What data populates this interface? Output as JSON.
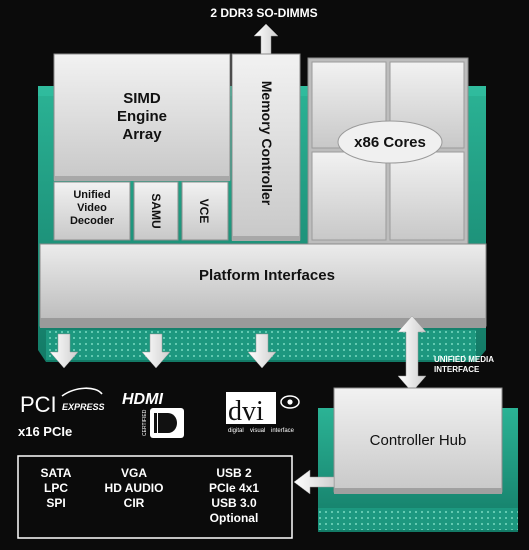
{
  "memory": {
    "label": "2 DDR3 SO-DIMMS"
  },
  "blocks": {
    "simd": [
      "SIMD",
      "Engine",
      "Array"
    ],
    "memory_controller": "Memory Controller",
    "x86_cores": "x86 Cores",
    "uvd": [
      "Unified",
      "Video",
      "Decoder"
    ],
    "samu": "SAMU",
    "vce": "VCE",
    "platform_interfaces": "Platform Interfaces",
    "controller_hub": "Controller Hub"
  },
  "umi": {
    "label": [
      "UNIFIED MEDIA",
      "INTERFACE"
    ]
  },
  "logos": {
    "pci": {
      "top": "PCI",
      "bottom": "EXPRESS",
      "caption": "x16 PCIe"
    },
    "hdmi": {
      "text": "HDMI",
      "badge": "CERTIFIED"
    },
    "dvi": {
      "text": "dvi",
      "tagline": [
        "digital",
        "visual",
        "interface"
      ]
    }
  },
  "io_box": {
    "col1": [
      "SATA",
      "LPC",
      "SPI"
    ],
    "col2": [
      "VGA",
      "HD AUDIO",
      "CIR"
    ],
    "col3": [
      "USB 2",
      "PCIe 4x1",
      "USB 3.0",
      "Optional"
    ]
  },
  "colors": {
    "teal": "#1f9f86",
    "teal_dark": "#137a66",
    "chip_gray": "#d9d9d9",
    "background": "#0b0b0b"
  }
}
